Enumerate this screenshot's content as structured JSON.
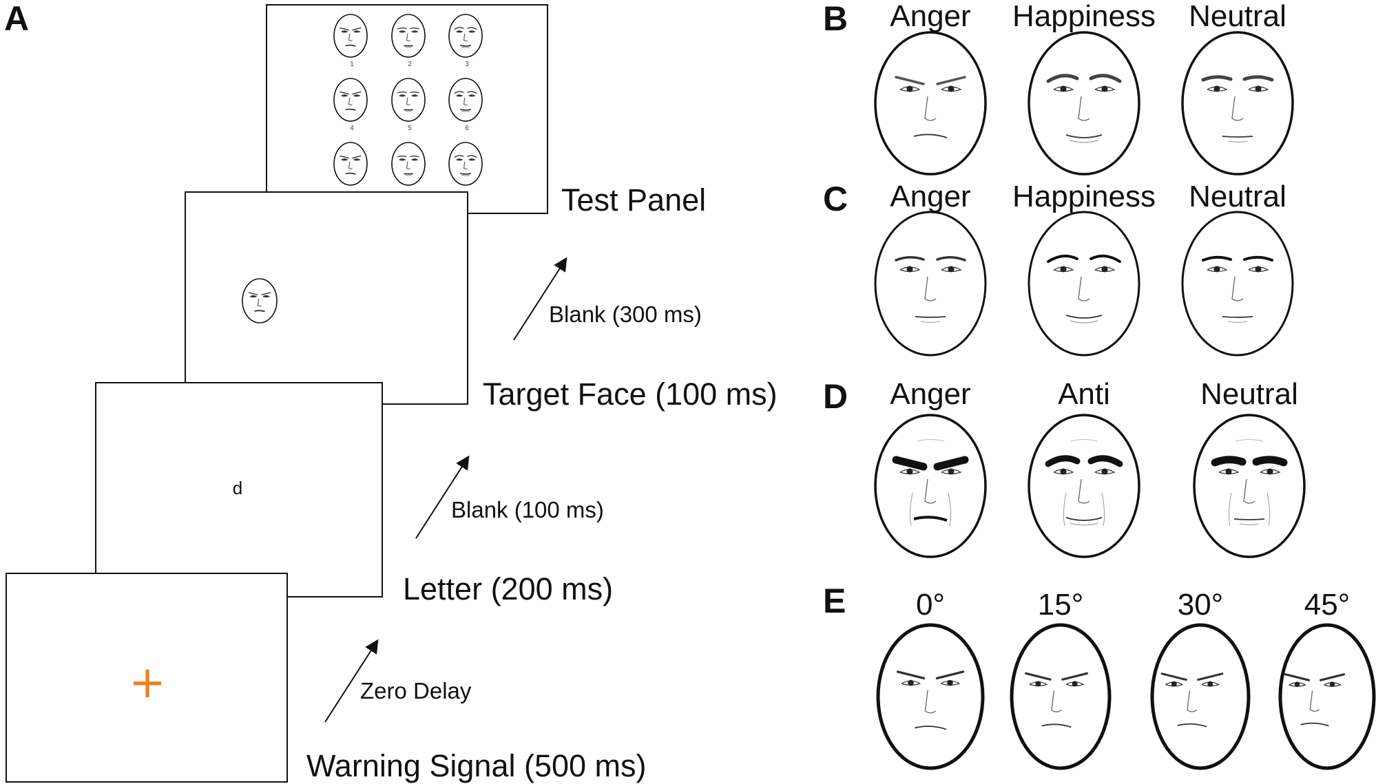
{
  "panels": {
    "A": "A",
    "B": "B",
    "C": "C",
    "D": "D",
    "E": "E"
  },
  "paradigm": {
    "stages": [
      {
        "id": "test-panel",
        "label": "Test Panel"
      },
      {
        "id": "target-face",
        "label": "Target Face (100 ms)"
      },
      {
        "id": "letter",
        "label": "Letter (200 ms)"
      },
      {
        "id": "warning-signal",
        "label": "Warning Signal (500 ms)"
      }
    ],
    "intervals": [
      {
        "id": "blank-300",
        "label": "Blank (300 ms)"
      },
      {
        "id": "blank-100",
        "label": "Blank (100 ms)"
      },
      {
        "id": "zero-delay",
        "label": "Zero Delay"
      }
    ],
    "letter_stimulus": "d",
    "warning_symbol": "+",
    "warning_color": "#f08020",
    "test_panel_numbers": [
      "1",
      "2",
      "3",
      "4",
      "5",
      "6"
    ]
  },
  "rows": {
    "B": [
      "Anger",
      "Happiness",
      "Neutral"
    ],
    "C": [
      "Anger",
      "Happiness",
      "Neutral"
    ],
    "D": [
      "Anger",
      "Anti",
      "Neutral"
    ],
    "E": [
      "0°",
      "15°",
      "30°",
      "45°"
    ]
  }
}
